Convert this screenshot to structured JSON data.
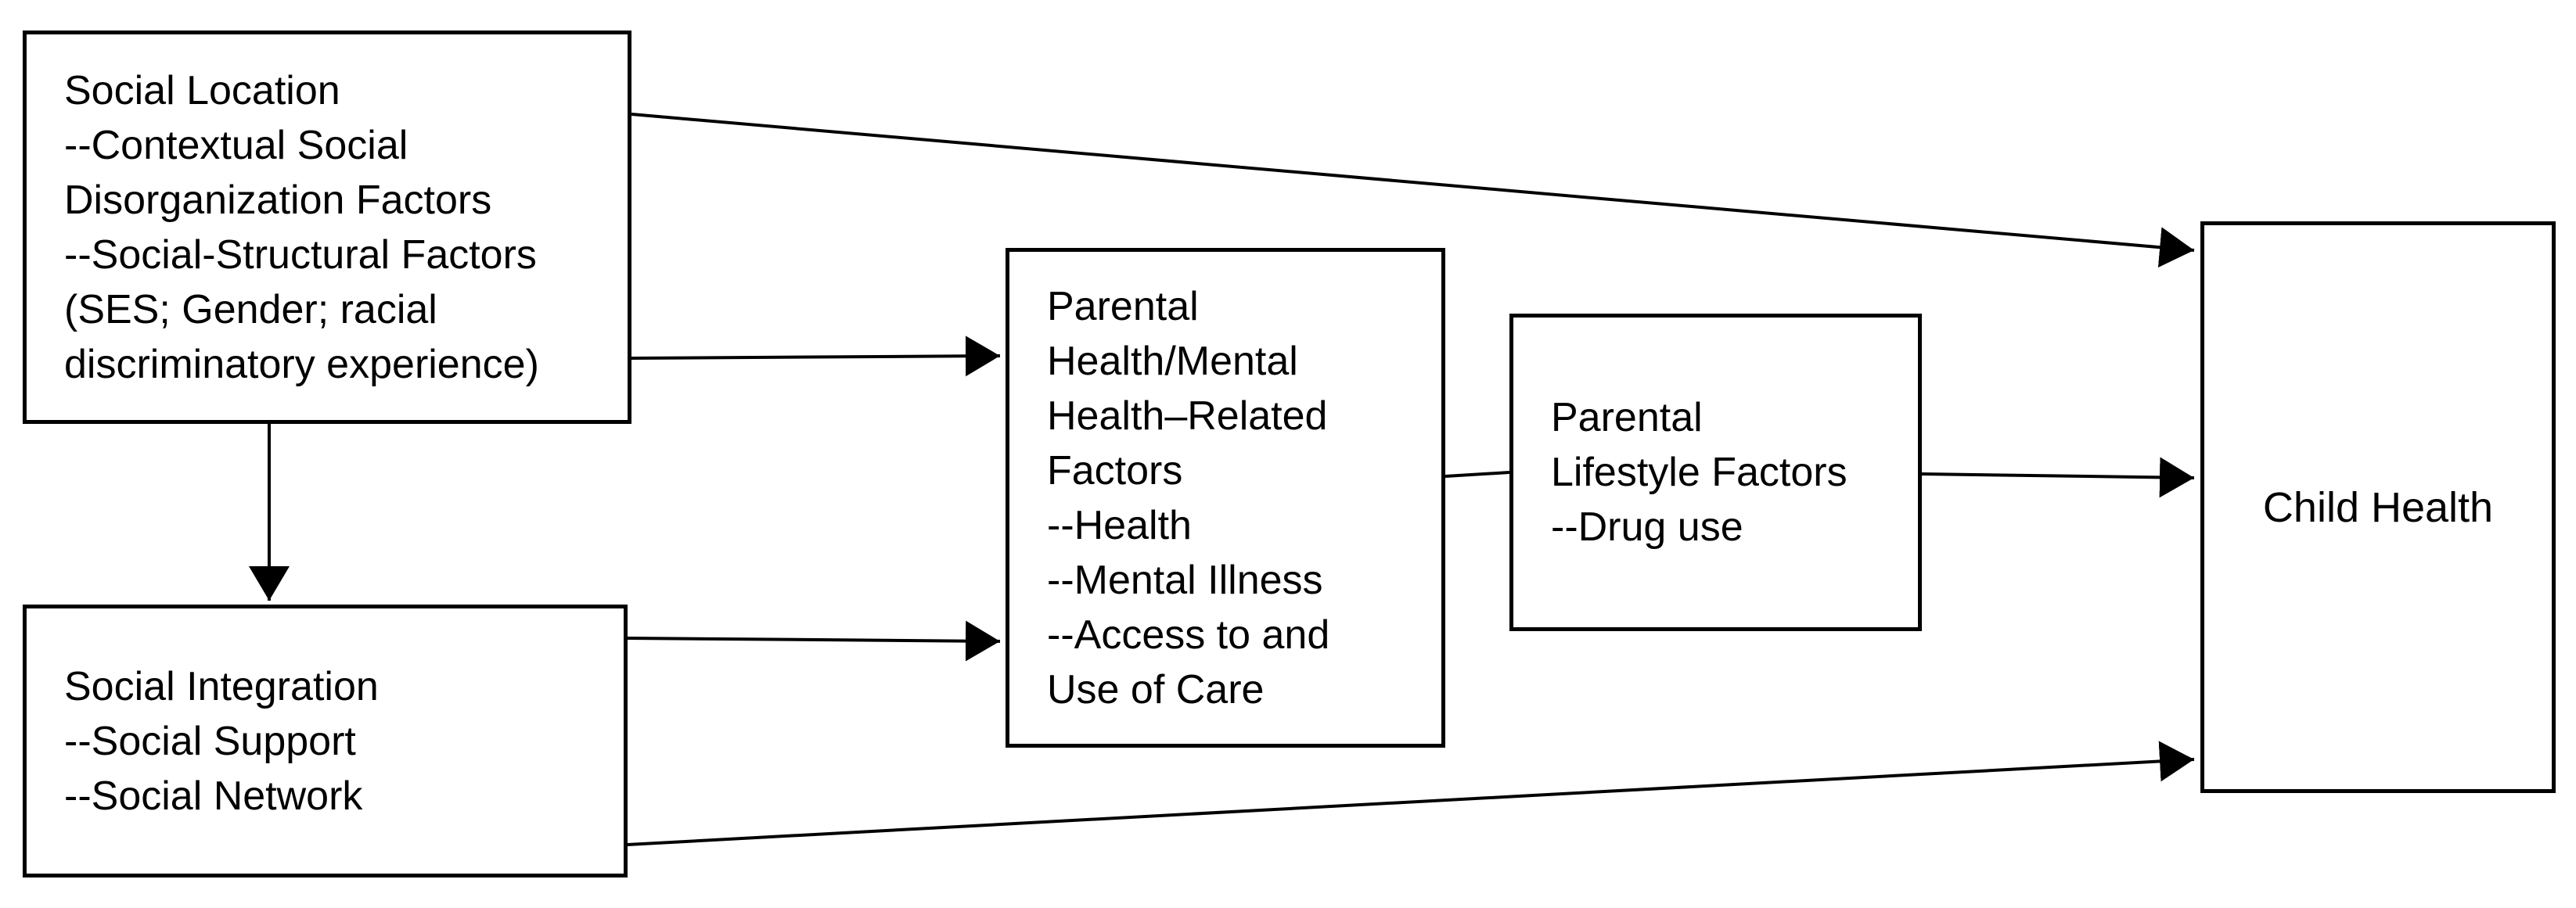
{
  "figure": {
    "type": "conceptual-model-flow-diagram",
    "background": "#ffffff",
    "line_color": "#000000",
    "box_border_color": "#000000",
    "text_color": "#000000"
  },
  "nodes": {
    "social_location": {
      "text": "Social Location\n--Contextual Social\nDisorganization Factors\n--Social-Structural Factors\n(SES; Gender; racial\ndiscriminatory experience)"
    },
    "social_integration": {
      "text": "Social Integration\n--Social Support\n--Social Network"
    },
    "parental_health": {
      "text": "Parental\nHealth/Mental\nHealth–Related\nFactors\n--Health\n--Mental Illness\n--Access to and\nUse of Care"
    },
    "parental_lifestyle": {
      "text": "Parental\nLifestyle Factors\n--Drug use"
    },
    "child_health": {
      "text": "Child Health"
    }
  },
  "edges": [
    {
      "from": "social_location",
      "to": "child_health",
      "arrowhead": true
    },
    {
      "from": "social_location",
      "to": "parental_health",
      "arrowhead": true
    },
    {
      "from": "social_location",
      "to": "social_integration",
      "arrowhead": true
    },
    {
      "from": "social_integration",
      "to": "parental_health",
      "arrowhead": true
    },
    {
      "from": "social_integration",
      "to": "child_health",
      "arrowhead": true
    },
    {
      "from": "parental_health",
      "to": "parental_lifestyle",
      "arrowhead": false
    },
    {
      "from": "parental_lifestyle",
      "to": "child_health",
      "arrowhead": true
    }
  ]
}
